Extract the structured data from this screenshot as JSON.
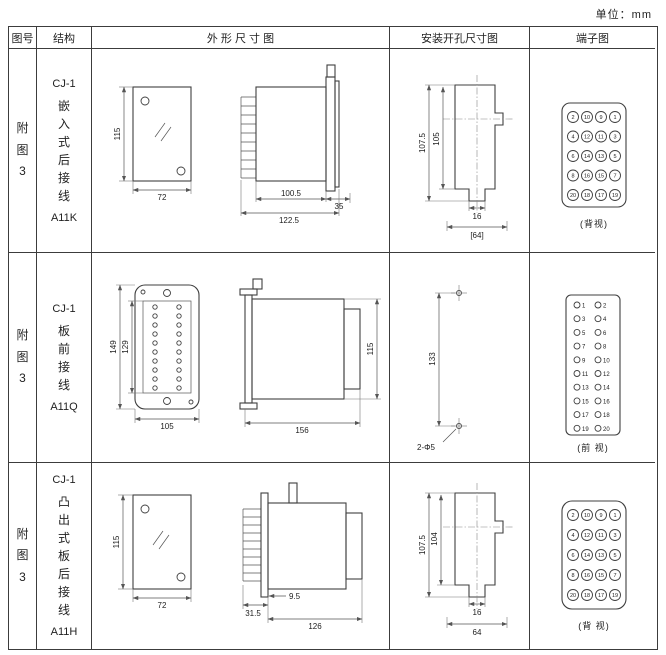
{
  "unit_label": "单位：mm",
  "header": {
    "col_fig": "图号",
    "col_structure": "结构",
    "col_outline": "外 形 尺 寸 图",
    "col_mounting": "安装开孔尺寸图",
    "col_terminal": "端子图"
  },
  "rows": [
    {
      "fig_no": "附图3",
      "structure": {
        "model": "CJ-1",
        "desc": "嵌入式后接线",
        "code": "A11K"
      },
      "outline": {
        "front_h": "115",
        "front_w": "72",
        "d1": "100.5",
        "d2": "122.5",
        "d3": "35"
      },
      "mounting": {
        "v1": "107.5",
        "v2": "105",
        "h1": "16",
        "h2": "[64]"
      },
      "terminal": {
        "style": "circled",
        "view": "(背视)",
        "layout": [
          [
            2,
            10,
            9,
            1
          ],
          [
            4,
            12,
            11,
            3
          ],
          [
            6,
            14,
            13,
            5
          ],
          [
            8,
            16,
            15,
            7
          ],
          [
            20,
            18,
            17,
            19
          ]
        ]
      }
    },
    {
      "fig_no": "附图3",
      "structure": {
        "model": "CJ-1",
        "desc": "板前接线",
        "code": "A11Q"
      },
      "outline": {
        "front_h": "149",
        "front_h2": "129",
        "front_w": "105",
        "d1": "156",
        "d2": "115"
      },
      "mounting": {
        "v1": "133",
        "hole_label": "2-Φ5"
      },
      "terminal": {
        "style": "dots",
        "view": "(前 视)",
        "layout": [
          [
            1,
            2
          ],
          [
            3,
            4
          ],
          [
            5,
            6
          ],
          [
            7,
            8
          ],
          [
            9,
            10
          ],
          [
            11,
            12
          ],
          [
            13,
            14
          ],
          [
            15,
            16
          ],
          [
            17,
            18
          ],
          [
            19,
            20
          ]
        ]
      }
    },
    {
      "fig_no": "附图3",
      "structure": {
        "model": "CJ-1",
        "desc": "凸出式板后接线",
        "code": "A11H"
      },
      "outline": {
        "front_h": "115",
        "front_w": "72",
        "d1": "31.5",
        "d2": "9.5",
        "d3": "126"
      },
      "mounting": {
        "v1": "107.5",
        "v2": "104",
        "h1": "16",
        "h2": "64"
      },
      "terminal": {
        "style": "circled",
        "view": "(背 视)",
        "layout": [
          [
            2,
            10,
            9,
            1
          ],
          [
            4,
            12,
            11,
            3
          ],
          [
            6,
            14,
            13,
            5
          ],
          [
            8,
            16,
            15,
            7
          ],
          [
            20,
            18,
            17,
            19
          ]
        ]
      }
    }
  ]
}
